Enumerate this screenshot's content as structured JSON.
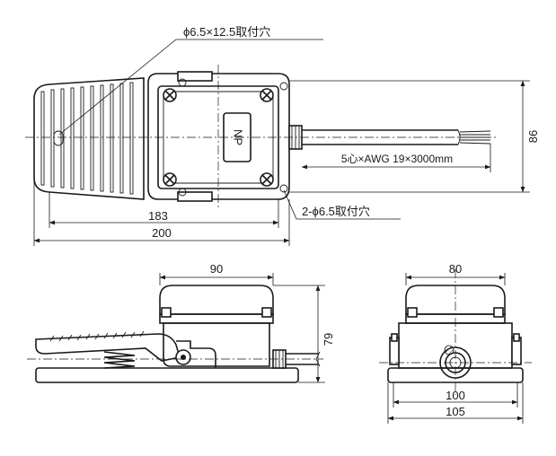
{
  "labels": {
    "mount_hole_slot": "ϕ6.5×12.5取付穴",
    "mount_hole_round": "2-ϕ6.5取付穴",
    "nameplate": "NP",
    "cable_spec": "5心×AWG 19×3000mm"
  },
  "dimensions": {
    "top_width_183": "183",
    "top_width_200": "200",
    "top_height_86": "86",
    "side_width_90": "90",
    "side_height_79": "79",
    "front_width_80": "80",
    "front_width_100": "100",
    "front_width_105": "105"
  }
}
